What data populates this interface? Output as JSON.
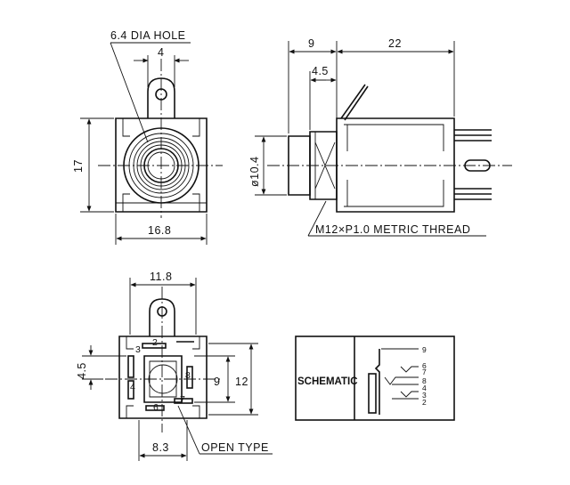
{
  "front_view": {
    "hole_label": "6.4 DIA HOLE",
    "dim_hole_spacing": "4",
    "dim_height": "17",
    "dim_width": "16.8"
  },
  "side_view": {
    "dim_nut": "9",
    "dim_body": "22",
    "dim_step": "4.5",
    "dim_diameter": "ø10.4",
    "thread_label": "M12×P1.0 METRIC THREAD"
  },
  "bottom_view": {
    "dim_width": "11.8",
    "dim_left": "4.5",
    "dim_inner": "9",
    "dim_height": "12",
    "dim_base": "8.3",
    "open_type_label": "OPEN TYPE",
    "pins": [
      "2",
      "3",
      "4",
      "8",
      "6",
      "7"
    ]
  },
  "schematic": {
    "title": "SCHEMATIC",
    "pins": [
      "9",
      "6",
      "7",
      "8",
      "4",
      "3",
      "2"
    ]
  }
}
